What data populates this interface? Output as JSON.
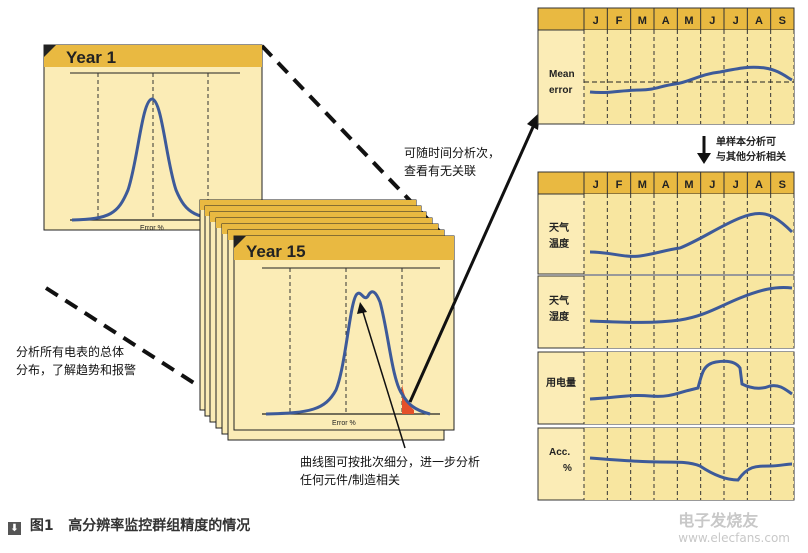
{
  "year1": {
    "title": "Year 1",
    "axis_label": "Error %"
  },
  "year15": {
    "title": "Year 15",
    "axis_label": "Error %"
  },
  "months": [
    "J",
    "F",
    "M",
    "A",
    "M",
    "J",
    "J",
    "A",
    "S"
  ],
  "top_panel": {
    "label_line1": "Mean",
    "label_line2": "error"
  },
  "arrow_note": {
    "line1": "单样本分析可",
    "line2": "与其他分析相关"
  },
  "panels": [
    {
      "line1": "天气",
      "line2": "温度"
    },
    {
      "line1": "天气",
      "line2": "湿度"
    },
    {
      "line1": "用电量",
      "line2": ""
    },
    {
      "line1": "Acc.",
      "line2": "%"
    }
  ],
  "notes": {
    "time_analysis_1": "可随时间分析次，",
    "time_analysis_2": "查看有无关联",
    "overall_1": "分析所有电表的总体",
    "overall_2": "分布，了解趋势和报警",
    "curve_1": "曲线图可按批次细分，进一步分析",
    "curve_2": "任何元件/制造相关"
  },
  "caption": {
    "badge": "⬇",
    "fig": "图1",
    "text": "高分辨率监控群组精度的情况"
  },
  "watermark": {
    "line1": "电子发烧友",
    "line2": "www.elecfans.com"
  },
  "colors": {
    "panel_fill": "#fbecb6",
    "header": "#e9b941",
    "curve": "#3d5a99",
    "red": "#e4502a"
  }
}
